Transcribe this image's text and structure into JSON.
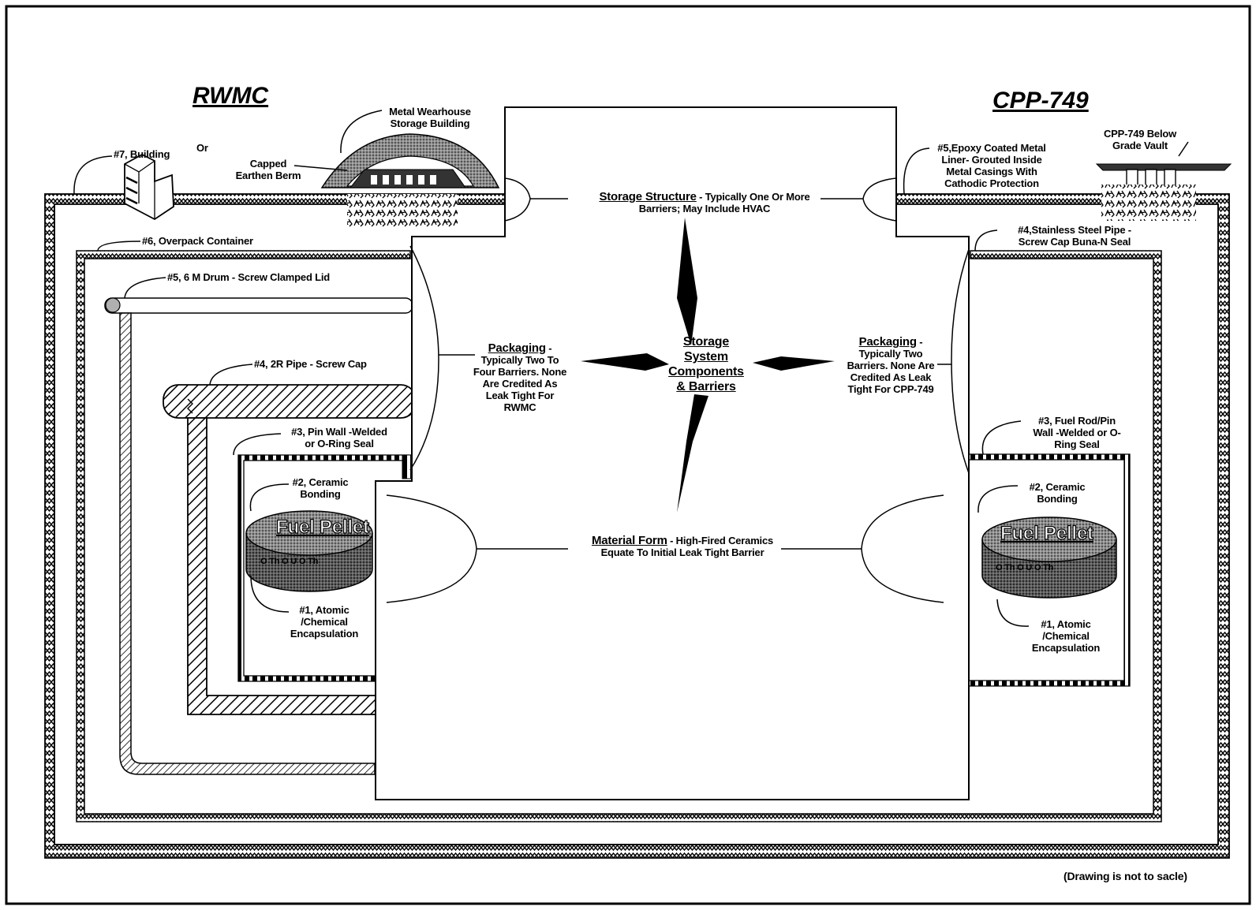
{
  "sites": {
    "left": "RWMC",
    "right": "CPP-749",
    "or_word": "Or"
  },
  "left_labels": {
    "building": "#7, Building",
    "metal_warehouse": [
      "Metal Wearhouse",
      "Storage Building"
    ],
    "capped_berm": [
      "Capped",
      "Earthen Berm"
    ],
    "overpack": "#6, Overpack Container",
    "drum": "#5, 6 M Drum - Screw Clamped Lid",
    "pipe": "#4, 2R Pipe - Screw Cap",
    "pin_wall": [
      "#3, Pin Wall -Welded",
      "or O-Ring Seal"
    ],
    "ceramic": [
      "#2, Ceramic",
      "Bonding"
    ],
    "atomic": [
      "#1, Atomic",
      "/Chemical",
      "Encapsulation"
    ]
  },
  "right_labels": {
    "vault": [
      "CPP-749  Below",
      "Grade Vault"
    ],
    "epoxy": [
      "#5,Epoxy Coated Metal",
      "Liner- Grouted Inside",
      "Metal Casings With",
      "Cathodic Protection"
    ],
    "steel_pipe": [
      "#4,Stainless Steel Pipe -",
      "Screw Cap Buna-N Seal"
    ],
    "fuel_rod": [
      "#3, Fuel Rod/Pin",
      "Wall -Welded or O-",
      "Ring Seal"
    ],
    "ceramic": [
      "#2, Ceramic",
      "Bonding"
    ],
    "atomic": [
      "#1, Atomic",
      "/Chemical",
      "Encapsulation"
    ]
  },
  "center": {
    "title": [
      "Storage",
      "System",
      "Components",
      "& Barriers"
    ],
    "storage_structure_title": "Storage Structure",
    "storage_structure_text": [
      "- Typically One Or More",
      "Barriers; May Include HVAC"
    ],
    "packaging_left_title": "Packaging",
    "packaging_left_text": [
      "Typically Two To",
      "Four Barriers.  None",
      "Are Credited As",
      "Leak Tight For",
      "RWMC"
    ],
    "packaging_right_title": "Packaging",
    "packaging_right_text": [
      "Typically Two",
      "Barriers.  None Are",
      "Credited As Leak",
      "Tight For CPP-749"
    ],
    "material_form_title": "Material Form",
    "material_form_text": [
      "- High-Fired Ceramics",
      "Equate To Initial Leak Tight Barrier"
    ]
  },
  "pellet": {
    "label": "Fuel Pellet",
    "atoms": [
      "O",
      "Th",
      "U"
    ]
  },
  "footnote": "(Drawing is not to sacle)",
  "colors": {
    "ink": "#000000",
    "paper": "#ffffff",
    "shade": "#9a9a9a",
    "dark_shade": "#555555"
  }
}
